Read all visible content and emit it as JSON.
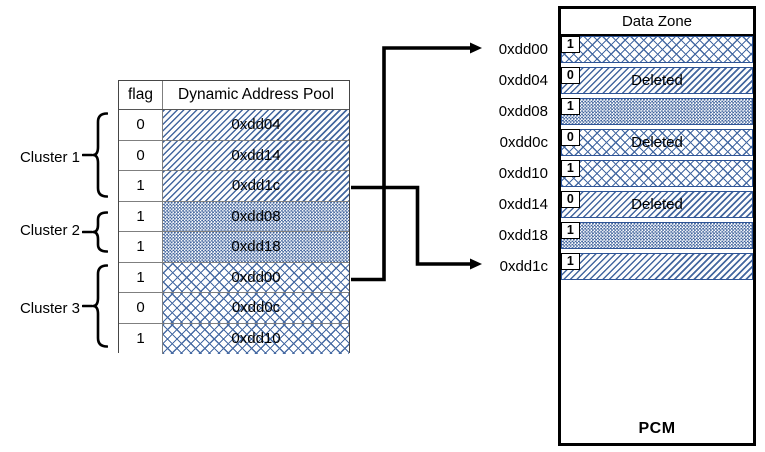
{
  "pool_table": {
    "headers": {
      "flag": "flag",
      "pool": "Dynamic Address Pool"
    },
    "rows": [
      {
        "flag": "0",
        "address": "0xdd04",
        "cluster": 1
      },
      {
        "flag": "0",
        "address": "0xdd14",
        "cluster": 1
      },
      {
        "flag": "1",
        "address": "0xdd1c",
        "cluster": 1
      },
      {
        "flag": "1",
        "address": "0xdd08",
        "cluster": 2
      },
      {
        "flag": "1",
        "address": "0xdd18",
        "cluster": 2
      },
      {
        "flag": "1",
        "address": "0xdd00",
        "cluster": 3
      },
      {
        "flag": "0",
        "address": "0xdd0c",
        "cluster": 3
      },
      {
        "flag": "1",
        "address": "0xdd10",
        "cluster": 3
      }
    ]
  },
  "clusters": [
    {
      "label": "Cluster 1",
      "pattern": "diagonal-stripes"
    },
    {
      "label": "Cluster 2",
      "pattern": "dense-checker"
    },
    {
      "label": "Cluster 3",
      "pattern": "diamond-lattice"
    }
  ],
  "data_zone": {
    "title": "Data Zone",
    "footer": "PCM",
    "rows": [
      {
        "address": "0xdd00",
        "flag": "1",
        "status": "",
        "pattern": "diamond-lattice"
      },
      {
        "address": "0xdd04",
        "flag": "0",
        "status": "Deleted",
        "pattern": "diagonal-stripes"
      },
      {
        "address": "0xdd08",
        "flag": "1",
        "status": "",
        "pattern": "dense-checker"
      },
      {
        "address": "0xdd0c",
        "flag": "0",
        "status": "Deleted",
        "pattern": "diamond-lattice"
      },
      {
        "address": "0xdd10",
        "flag": "1",
        "status": "",
        "pattern": "diamond-lattice"
      },
      {
        "address": "0xdd14",
        "flag": "0",
        "status": "Deleted",
        "pattern": "diagonal-stripes"
      },
      {
        "address": "0xdd18",
        "flag": "1",
        "status": "",
        "pattern": "dense-checker"
      },
      {
        "address": "0xdd1c",
        "flag": "1",
        "status": "",
        "pattern": "diagonal-stripes"
      }
    ]
  },
  "arrows": [
    {
      "from_address": "0xdd1c",
      "to_address": "0xdd1c"
    },
    {
      "from_address": "0xdd00",
      "to_address": "0xdd00"
    }
  ],
  "colors": {
    "pattern_blue": "#44679F",
    "pattern_border": "#2E5496",
    "grid_gray": "#7F7F7F",
    "line_black": "#000000",
    "background": "#FFFFFF"
  }
}
